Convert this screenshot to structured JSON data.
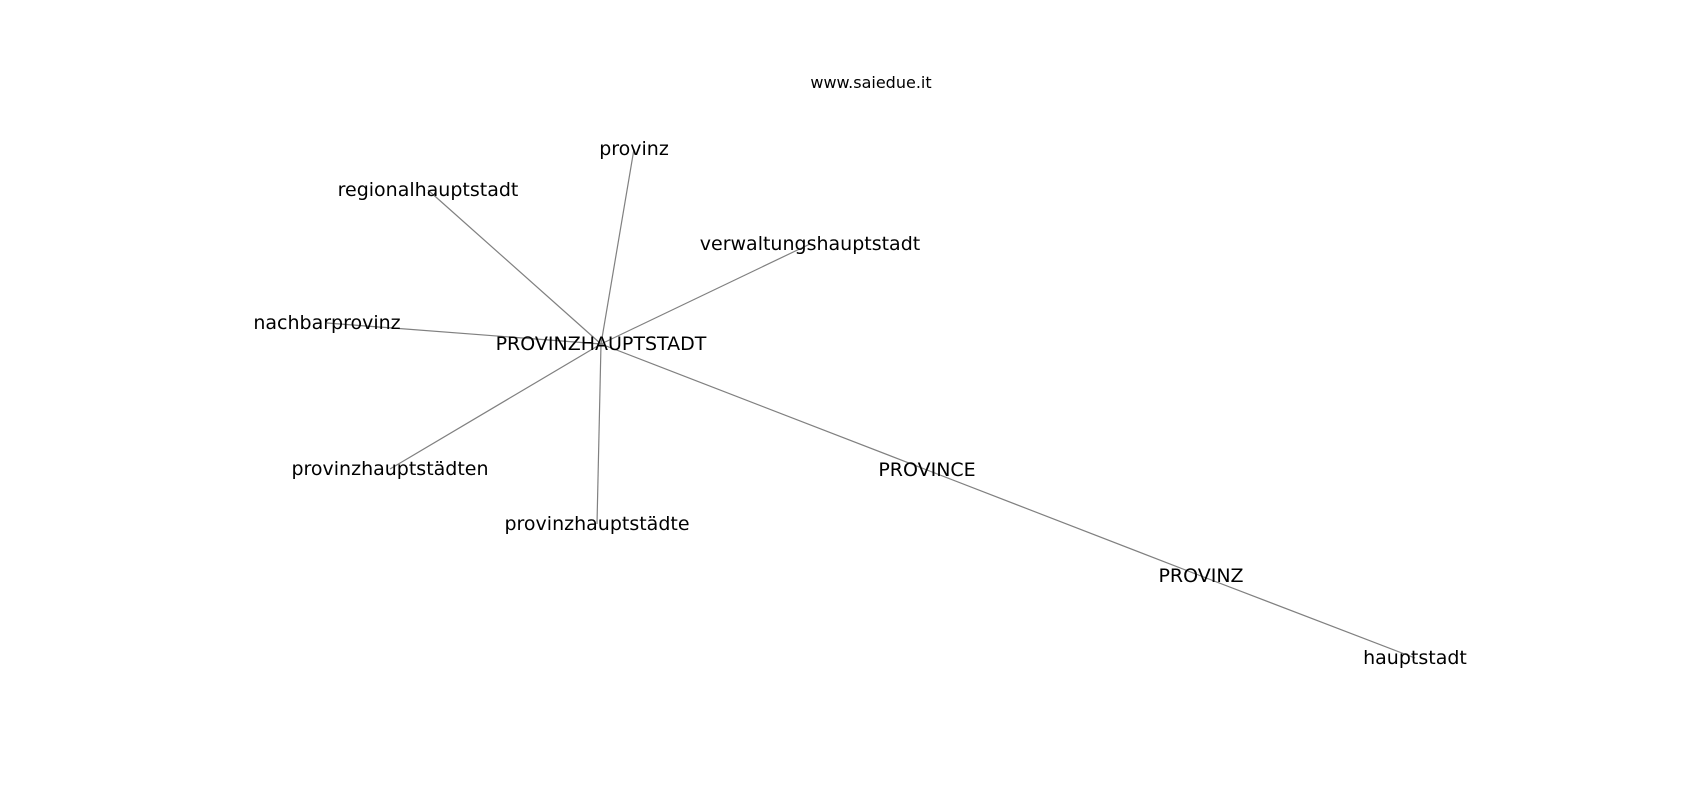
{
  "watermark": "www.saiedue.it",
  "graph": {
    "nodes": [
      {
        "id": "PROVINZHAUPTSTADT",
        "label": "PROVINZHAUPTSTADT"
      },
      {
        "id": "provinz",
        "label": "provinz"
      },
      {
        "id": "regionalhauptstadt",
        "label": "regionalhauptstadt"
      },
      {
        "id": "verwaltungshauptstadt",
        "label": "verwaltungshauptstadt"
      },
      {
        "id": "nachbarprovinz",
        "label": "nachbarprovinz"
      },
      {
        "id": "provinzhauptstädten",
        "label": "provinzhauptstädten"
      },
      {
        "id": "provinzhauptstädte",
        "label": "provinzhauptstädte"
      },
      {
        "id": "PROVINCE",
        "label": "PROVINCE"
      },
      {
        "id": "PROVINZ",
        "label": "PROVINZ"
      },
      {
        "id": "hauptstadt",
        "label": "hauptstadt"
      }
    ],
    "edges": [
      [
        "PROVINZHAUPTSTADT",
        "provinz"
      ],
      [
        "PROVINZHAUPTSTADT",
        "regionalhauptstadt"
      ],
      [
        "PROVINZHAUPTSTADT",
        "verwaltungshauptstadt"
      ],
      [
        "PROVINZHAUPTSTADT",
        "nachbarprovinz"
      ],
      [
        "PROVINZHAUPTSTADT",
        "provinzhauptstädten"
      ],
      [
        "PROVINZHAUPTSTADT",
        "provinzhauptstädte"
      ],
      [
        "PROVINZHAUPTSTADT",
        "PROVINCE"
      ],
      [
        "PROVINCE",
        "PROVINZ"
      ],
      [
        "PROVINZ",
        "hauptstadt"
      ]
    ]
  }
}
